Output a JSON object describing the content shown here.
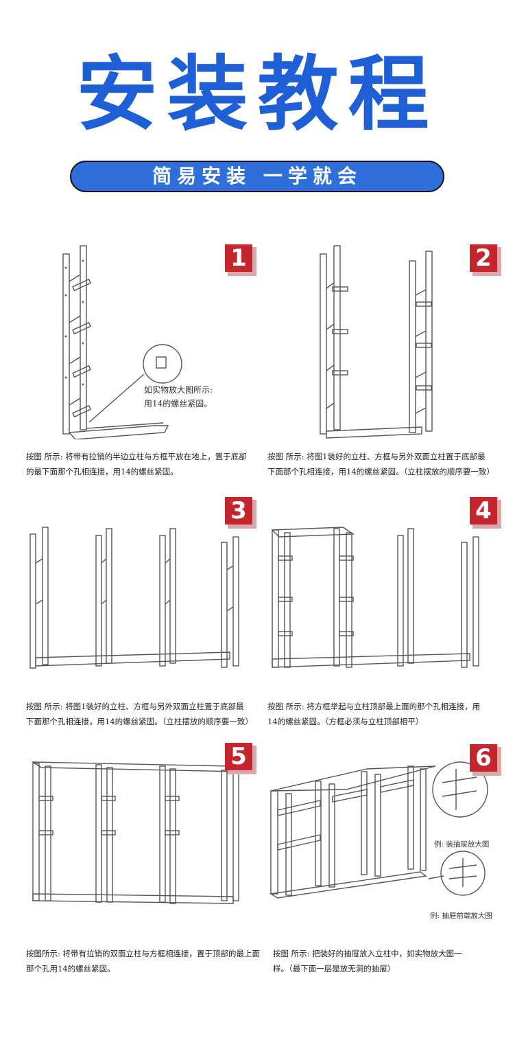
{
  "header": {
    "title": "安装教程",
    "banner": "简易安装  一学就会",
    "accent_color": "#1f5fd6",
    "badge_color": "#c5262e"
  },
  "steps": [
    {
      "number": "1",
      "callout_line1": "如实物放大图所示:",
      "callout_line2": "用14的螺丝紧固。",
      "caption_line1": "按图 所示:  将带有拉销的半边立柱与方框平放在地上，置于底部",
      "caption_line2": "的最下面那个孔相连接，用14的螺丝紧固。"
    },
    {
      "number": "2",
      "caption_line1": "按图 所示:    将图1装好的立柱、方框与另外双面立柱置于底部最",
      "caption_line2": "下面那个孔相连接，用14的螺丝紧固。（立柱摆放的顺序要一致）"
    },
    {
      "number": "3",
      "caption_line1": "按图 所示:    将图1装好的立柱、方框与另外双面立柱置于底部最",
      "caption_line2": "下面那个孔相连接，用14的螺丝紧固。（立柱摆放的顺序要一致）"
    },
    {
      "number": "4",
      "caption_line1": "按图 所示:    将方框举起与立柱顶部最上面的那个孔相连接，用",
      "caption_line2": "14的螺丝紧固。（方框必须与立柱顶部相平）"
    },
    {
      "number": "5",
      "caption_line1": "按图所示: 将带有拉销的双面立柱与方框相连接，置于顶部的最上面",
      "caption_line2": "那个孔用14的螺丝紧固。"
    },
    {
      "number": "6",
      "note1": "例: 装抽屉放大图",
      "note2": "例: 抽屉前端放大图",
      "caption_line1": "按图 所示: 把装好的抽屉放入立柱中，如实物放大图一",
      "caption_line2": "样。（最下面一层是放无洞的抽屉）"
    }
  ]
}
